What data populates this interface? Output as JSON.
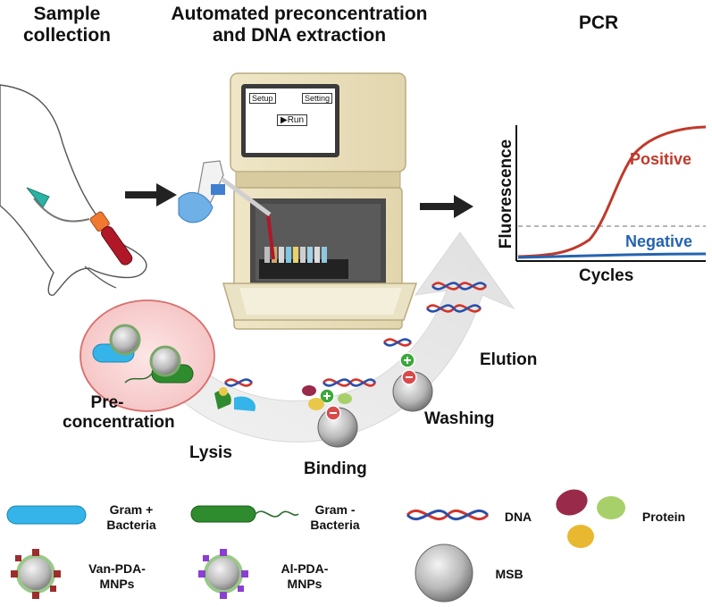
{
  "headers": {
    "sample_collection": "Sample collection",
    "automated": "Automated preconcentration and DNA extraction",
    "pcr": "PCR"
  },
  "instrument_screen": {
    "setup": "Setup",
    "setting": "Setting",
    "run": "Run"
  },
  "pcr_chart": {
    "ylabel": "Fluorescence",
    "xlabel": "Cycles",
    "positive": "Positive",
    "negative": "Negative",
    "positive_color": "#c0392b",
    "negative_color": "#2563b0"
  },
  "steps": {
    "preconcentration": "Pre-concentration",
    "lysis": "Lysis",
    "binding": "Binding",
    "washing": "Washing",
    "elution": "Elution"
  },
  "legend": {
    "gram_pos": "Gram + Bacteria",
    "gram_neg": "Gram - Bacteria",
    "dna": "DNA",
    "protein": "Protein",
    "van": "Van-PDA-MNPs",
    "al": "Al-PDA-MNPs",
    "msb": "MSB"
  },
  "colors": {
    "gram_pos": "#34b4e8",
    "gram_neg": "#2e8b2e",
    "dna_red": "#d0342c",
    "dna_blue": "#2a4fa8",
    "van_ligand": "#9b2d2d",
    "al_ligand": "#8b3fd0"
  }
}
